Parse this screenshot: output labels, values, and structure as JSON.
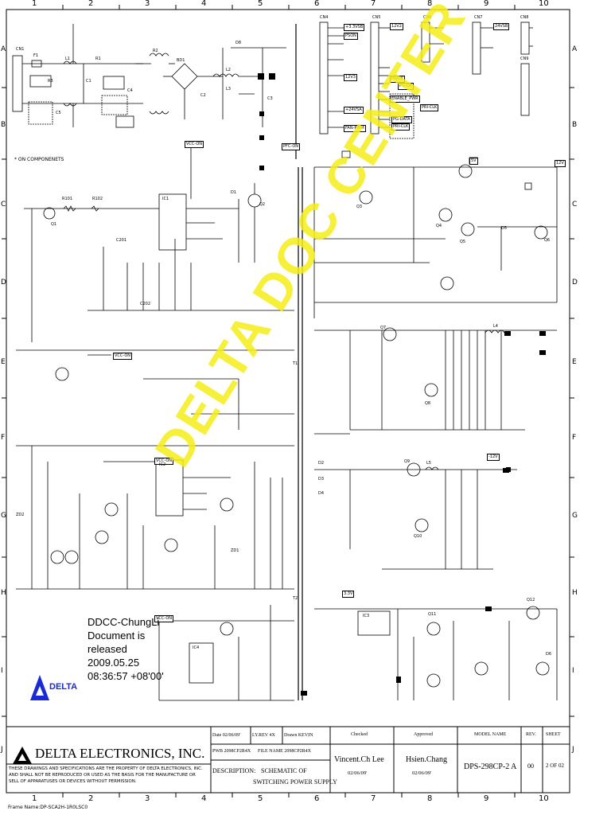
{
  "grid": {
    "columns": [
      "1",
      "2",
      "3",
      "4",
      "5",
      "6",
      "7",
      "8",
      "9",
      "10"
    ],
    "rows": [
      "A",
      "B",
      "C",
      "D",
      "E",
      "F",
      "G",
      "H",
      "I",
      "J"
    ]
  },
  "watermark": "DELTA DOC CENTER",
  "release_note": {
    "line1": "DDCC-ChungLi",
    "line2": "Document is",
    "line3": "released",
    "line4": "2009.05.25",
    "line5": "08:36:57 +08'00'"
  },
  "logo_small": "DELTA",
  "on_components_note": "* ON COMPONENETS",
  "title_block": {
    "company": "DELTA ELECTRONICS, INC.",
    "disclaimer_1": "THESE DRAWINGS AND SPECIFICATIONS ARE THE PROPERTY OF DELTA ELECTRONICS, INC.",
    "disclaimer_2": "AND SHALL NOT BE REPRODUCED OR USED AS THE BASIS FOR THE MANUFACTURE OR",
    "disclaimer_3": "SELL OF APPARATUSES OR DEVICES WITHOUT PERMISSION.",
    "date": "Date 02/06/09'",
    "ly_rev": "LY.REV 4X",
    "drawn": "Drawn KEVIN",
    "pwb": "PWB 2098CP2R4X",
    "file_name": "FILE NAME 2098CP2R4X",
    "description_label": "DESCRIPTION:",
    "description_1": "SCHEMATIC OF",
    "description_2": "SWITCHING POWER SUPPLY",
    "checked_label": "Checked",
    "checked_name": "Vincent.Ch Lee",
    "checked_date": "02/06/09'",
    "approved_label": "Approved",
    "approved_name": "Hsien.Chang",
    "approved_date": "02/06/09'",
    "model_label": "MODEL NAME",
    "model_name": "DPS-298CP-2 A",
    "rev_label": "REV.",
    "rev_value": "00",
    "sheet_label": "SHEET",
    "sheet_value": "2 OF 02"
  },
  "frame_name": "Frame Name:DP-SCA2H-1R0LSC0",
  "net_labels": [
    "+3.3VSB",
    "PSON",
    "PWOK",
    "12V2",
    "12V3",
    "+24VSA",
    "FAN-PWM",
    "24VSB",
    "VCC-ON",
    "VCC-ON",
    "PFC-ON",
    "5V",
    "12V",
    "3.3V",
    "-12V",
    "PRI-CLK",
    "PG-DATA",
    "PRI-CLK",
    "PG-OK",
    "ENABLE_PWR",
    "VCC-ON",
    "VCC-ON"
  ],
  "component_labels": [
    "CN1",
    "F1",
    "L1",
    "R1",
    "R2",
    "R3",
    "BD1",
    "L2",
    "D8",
    "C1",
    "C2",
    "C3",
    "C4",
    "C5",
    "CN4",
    "CN5",
    "CN6",
    "CN7",
    "CN8",
    "CN9",
    "Q1",
    "Q2",
    "Q3",
    "Q4",
    "Q5",
    "Q6",
    "Q7",
    "Q8",
    "Q9",
    "Q10",
    "Q11",
    "Q12",
    "IC1",
    "IC2",
    "IC3",
    "IC4",
    "T1",
    "T2",
    "L3",
    "L4",
    "L5",
    "R101",
    "R102",
    "C201",
    "C202",
    "D1",
    "D2",
    "D3",
    "D4",
    "D5",
    "D6",
    "ZD1",
    "ZD2"
  ]
}
